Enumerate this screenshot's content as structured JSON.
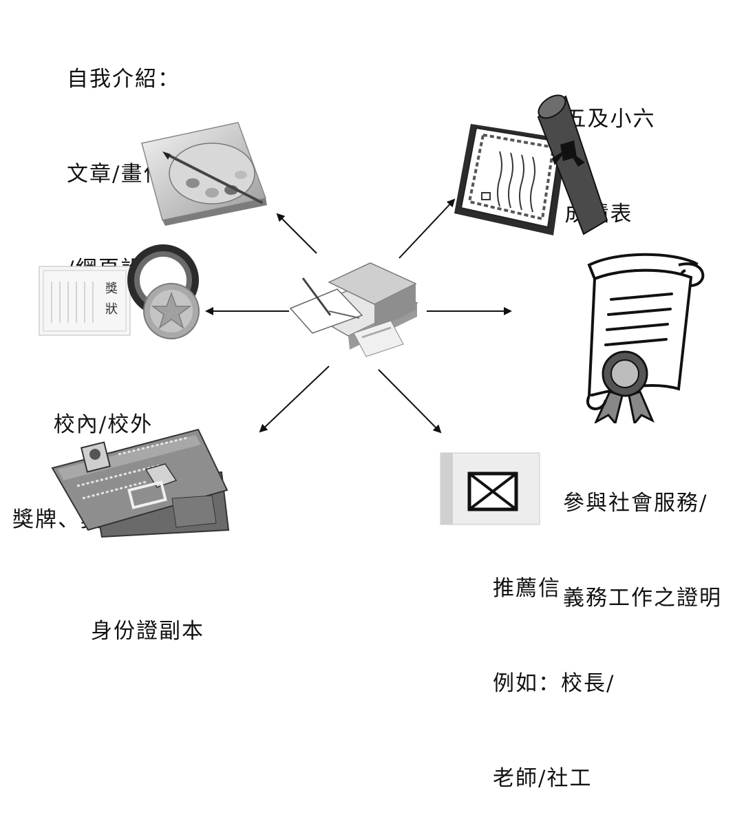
{
  "labels": {
    "self_intro": [
      "自我介紹：",
      "文章/畫作/網誌",
      "/網頁設計等"
    ],
    "transcript": [
      "小五及小六",
      "成績表"
    ],
    "awards": [
      "校內/校外",
      "獎牌、獎狀、證書"
    ],
    "service": [
      "參與社會服務/",
      "義務工作之證明"
    ],
    "id_copy": [
      "身份證副本"
    ],
    "reference": [
      "推薦信",
      "例如：校長/",
      "老師/社工"
    ]
  },
  "icon_text": {
    "award_seal_chars": [
      "獎",
      "狀"
    ]
  },
  "icons": [
    "palette-icon",
    "diploma-scroll-icon",
    "award-medal-icon",
    "certificate-scroll-icon",
    "portfolio-center-icon",
    "id-card-icon",
    "envelope-icon"
  ],
  "colors": {
    "ink": "#111111",
    "grey": "#8a8a8a",
    "light": "#d9d9d9"
  }
}
